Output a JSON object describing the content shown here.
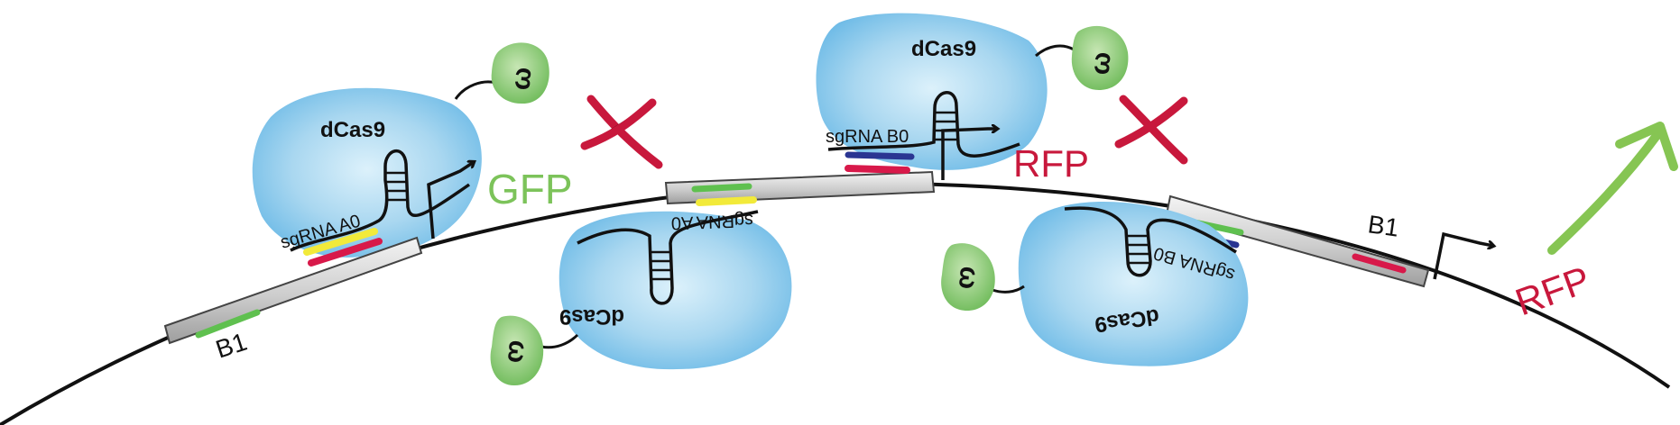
{
  "colors": {
    "dna": "#111111",
    "blob_fill": "#8fcbec",
    "blob_glow": "#d6eefa",
    "omega_fill": "#8ccc7a",
    "segment_fill": "#cfcfcf",
    "yellow": "#f2ea3a",
    "red": "#d8194a",
    "green": "#5fc04f",
    "navy": "#2a3592",
    "gfp": "#7cc35a",
    "rfp": "#c8183c",
    "cross": "#c8183c",
    "arrow_up": "#86c553"
  },
  "icons": {
    "promoter": "bent-arrow-icon",
    "blocked": "x-mark-icon",
    "active": "up-arrow-icon"
  },
  "labels": {
    "dcas9": "dCas9",
    "omega": "ω",
    "sgrna_a0": "sgRNA A0",
    "sgrna_b0": "sgRNA B0",
    "gfp": "GFP",
    "rfp": "RFP",
    "b1": "B1"
  }
}
